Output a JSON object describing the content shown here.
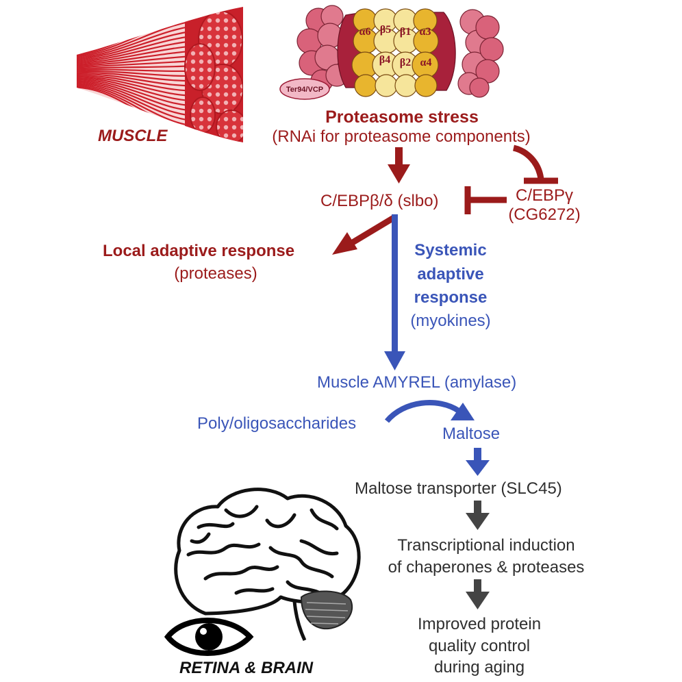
{
  "proteasome": {
    "subunits": [
      "α6",
      "β5",
      "β1",
      "α3",
      "β4",
      "β2",
      "α4"
    ],
    "vcp_label": "Ter94/VCP",
    "colors": {
      "dark_red": "#a8213b",
      "pink": "#d9627a",
      "yellow": "#e8b52e",
      "light_yellow": "#f6e59b"
    }
  },
  "muscle": {
    "label": "MUSCLE",
    "color": "#c8202a"
  },
  "stress": {
    "title": "Proteasome stress",
    "subtitle": "(RNAi for proteasome components)"
  },
  "cebp_bd": {
    "text": "C/EBPβ/δ (slbo)"
  },
  "cebp_g": {
    "line1": "C/EBPγ",
    "line2": "(CG6272)"
  },
  "local": {
    "title": "Local adaptive response",
    "subtitle": "(proteases)"
  },
  "systemic": {
    "line1": "Systemic",
    "line2": "adaptive",
    "line3": "response",
    "line4": "(myokines)"
  },
  "amyrel": {
    "text": "Muscle AMYREL (amylase)"
  },
  "poly": {
    "text": "Poly/oligosaccharides"
  },
  "maltose": {
    "text": "Maltose"
  },
  "transporter": {
    "text": "Maltose transporter (SLC45)"
  },
  "induction": {
    "line1": "Transcriptional induction",
    "line2": "of chaperones & proteases"
  },
  "outcome": {
    "line1": "Improved protein",
    "line2": "quality control",
    "line3": "during aging"
  },
  "retina_brain": {
    "label": "RETINA & BRAIN"
  },
  "colors": {
    "red": "#9b1b1b",
    "blue": "#3a55b8",
    "gray": "#444444"
  }
}
